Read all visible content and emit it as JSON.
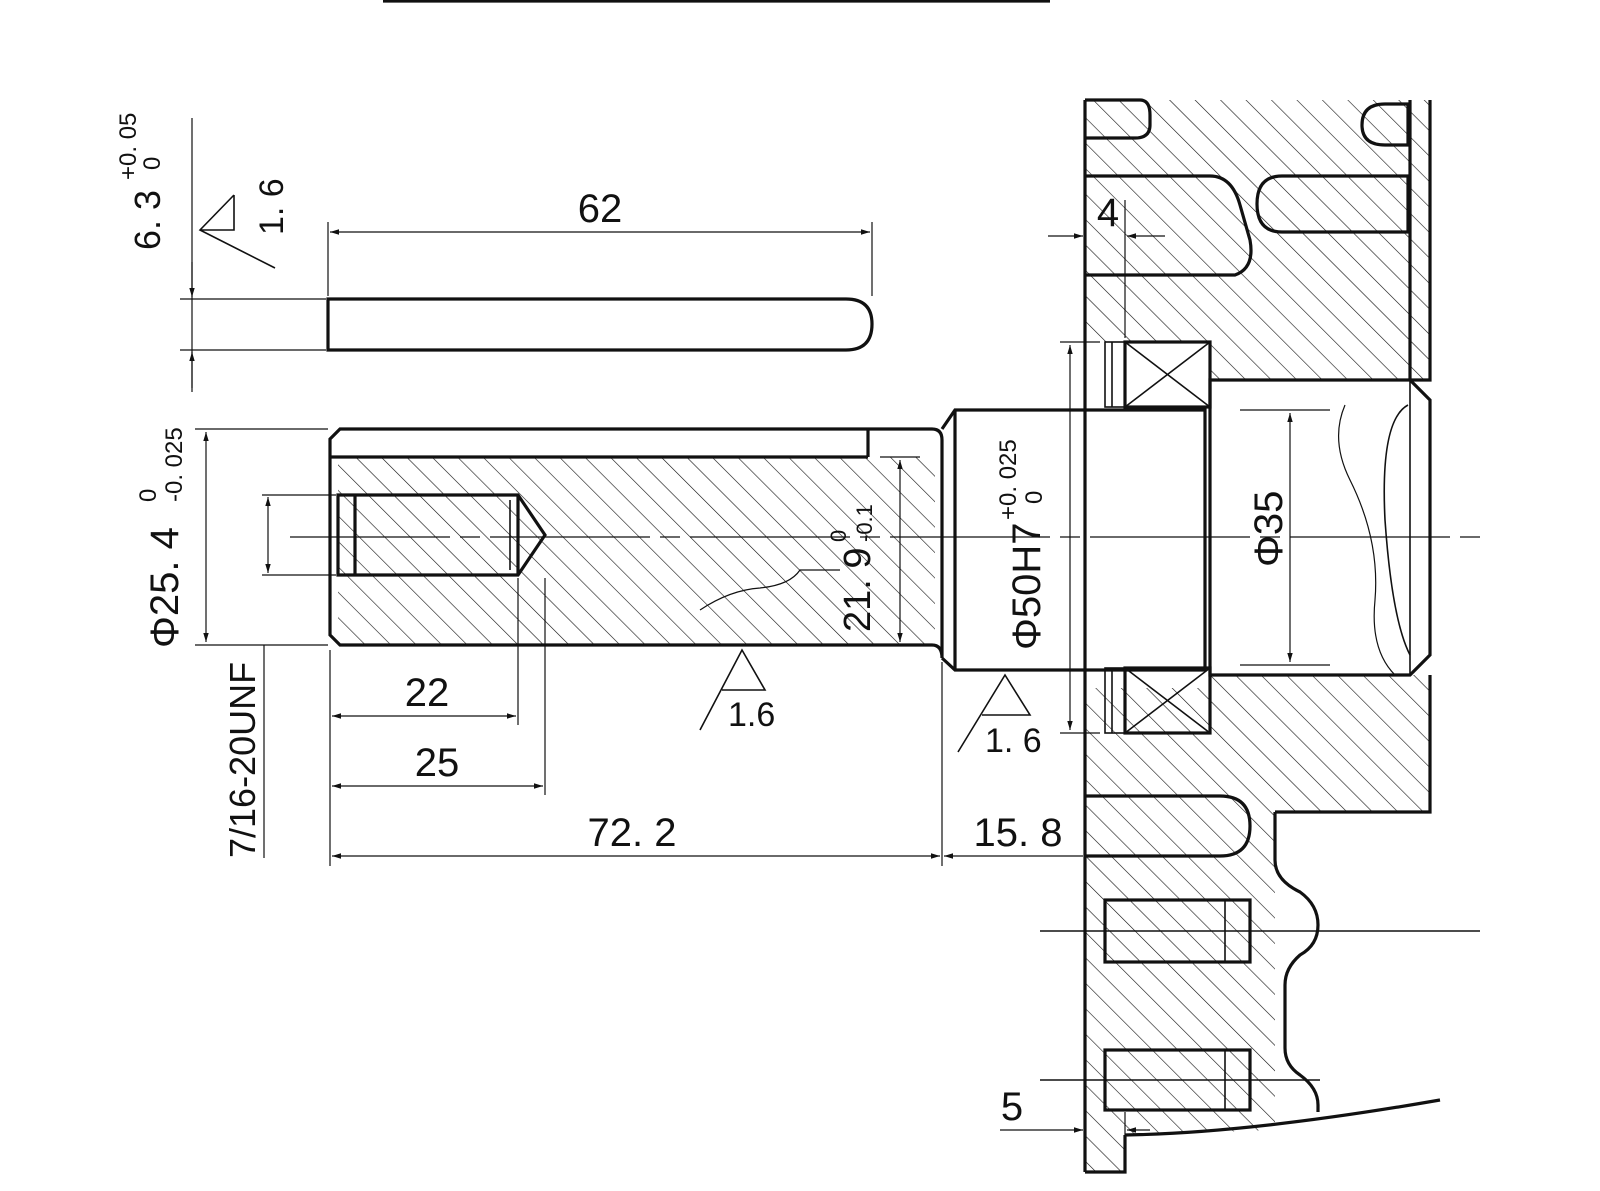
{
  "key": {
    "length": "62",
    "height_nominal": "6. 3",
    "height_upper_tol": "+0. 05",
    "height_lower_tol": "0",
    "roughness": "1. 6"
  },
  "shaft": {
    "diameter_nominal": "Φ25. 4",
    "diameter_upper_tol": "0",
    "diameter_lower_tol": "-0. 025",
    "thread": "7/16-20UNF",
    "thread_depth": "22",
    "drill_depth": "25",
    "length": "72. 2",
    "keyway_depth_nominal": "21. 9",
    "keyway_upper_tol": "0",
    "keyway_lower_tol": "-0.1",
    "roughness": "1.6"
  },
  "housing": {
    "bore_nominal": "Φ50H7",
    "bore_upper_tol": "+0. 025",
    "bore_lower_tol": "0",
    "inner_diameter": "Φ35",
    "offset": "15. 8",
    "wall_top": "4",
    "wall_bottom": "5",
    "roughness": "1. 6"
  }
}
